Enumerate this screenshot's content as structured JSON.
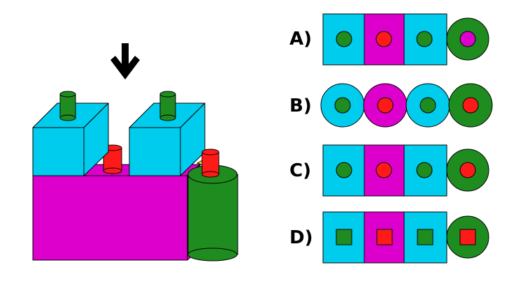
{
  "colors": {
    "cyan": "#00ccee",
    "magenta": "#dd00cc",
    "green": "#1f8c1f",
    "red": "#ff1a1a",
    "outline": "#000000"
  },
  "scene": {
    "view_arrow_icon": "down-arrow-icon",
    "description_note": ""
  },
  "options": [
    {
      "label": "A)"
    },
    {
      "label": "B)"
    },
    {
      "label": "C)"
    },
    {
      "label": "D)"
    }
  ]
}
